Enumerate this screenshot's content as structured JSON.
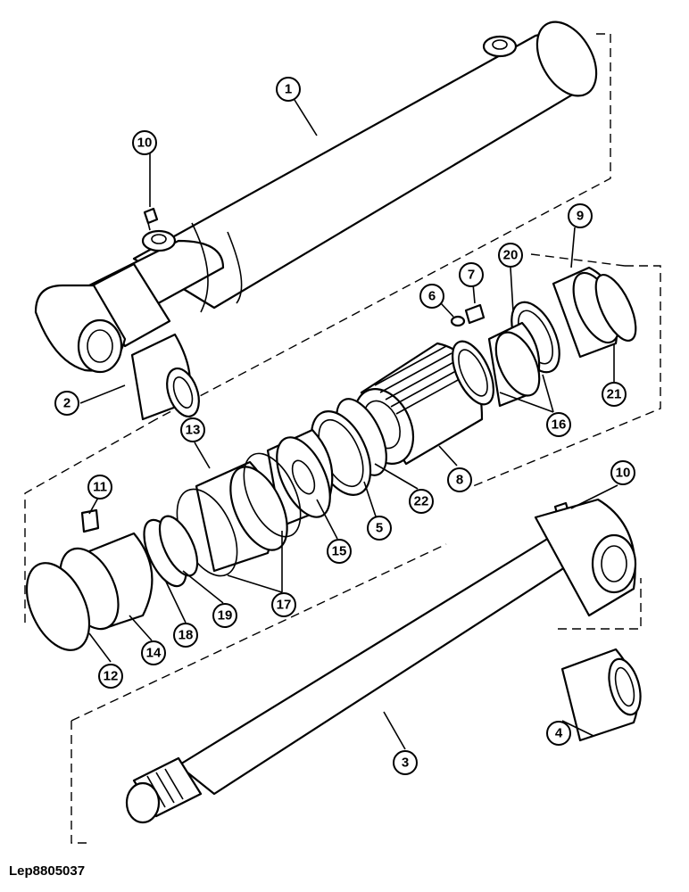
{
  "diagram": {
    "reference_code": "Lep8805037",
    "callouts": [
      {
        "id": "c1",
        "label": "1"
      },
      {
        "id": "c2",
        "label": "2"
      },
      {
        "id": "c3",
        "label": "3"
      },
      {
        "id": "c4",
        "label": "4"
      },
      {
        "id": "c5",
        "label": "5"
      },
      {
        "id": "c6",
        "label": "6"
      },
      {
        "id": "c7",
        "label": "7"
      },
      {
        "id": "c8",
        "label": "8"
      },
      {
        "id": "c9",
        "label": "9"
      },
      {
        "id": "c10a",
        "label": "10"
      },
      {
        "id": "c10b",
        "label": "10"
      },
      {
        "id": "c11",
        "label": "11"
      },
      {
        "id": "c12",
        "label": "12"
      },
      {
        "id": "c13",
        "label": "13"
      },
      {
        "id": "c14",
        "label": "14"
      },
      {
        "id": "c15",
        "label": "15"
      },
      {
        "id": "c16",
        "label": "16"
      },
      {
        "id": "c17",
        "label": "17"
      },
      {
        "id": "c18",
        "label": "18"
      },
      {
        "id": "c19",
        "label": "19"
      },
      {
        "id": "c20",
        "label": "20"
      },
      {
        "id": "c21",
        "label": "21"
      },
      {
        "id": "c22",
        "label": "22"
      }
    ]
  }
}
